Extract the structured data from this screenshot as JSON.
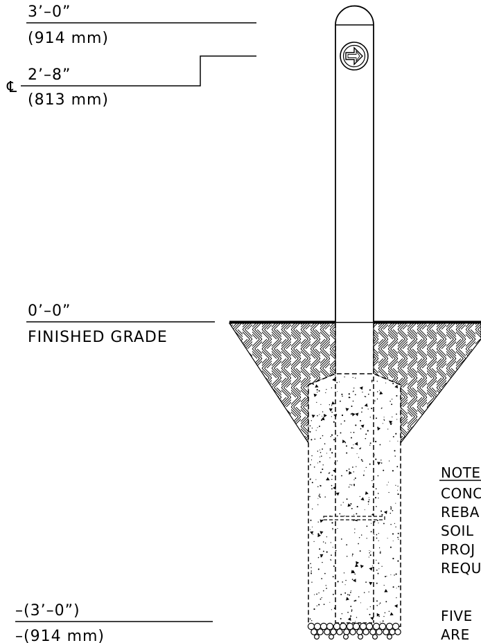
{
  "elevations": {
    "top": {
      "imperial": "3’–0”",
      "metric": "(914 mm)"
    },
    "centerline": {
      "symbol": "℄",
      "imperial": "2’–8”",
      "metric": "(813 mm)"
    },
    "grade": {
      "imperial": "0’–0”",
      "caption": "FINISHED GRADE"
    },
    "bottom": {
      "imperial": "–(3’–0”)",
      "metric": "–(914 mm)"
    }
  },
  "notes": {
    "heading": "NOTE",
    "lines": [
      "CONC",
      "REBA",
      "SOIL",
      "PROJ",
      "REQU"
    ],
    "lines2": [
      "FIVE",
      "ARE"
    ]
  }
}
